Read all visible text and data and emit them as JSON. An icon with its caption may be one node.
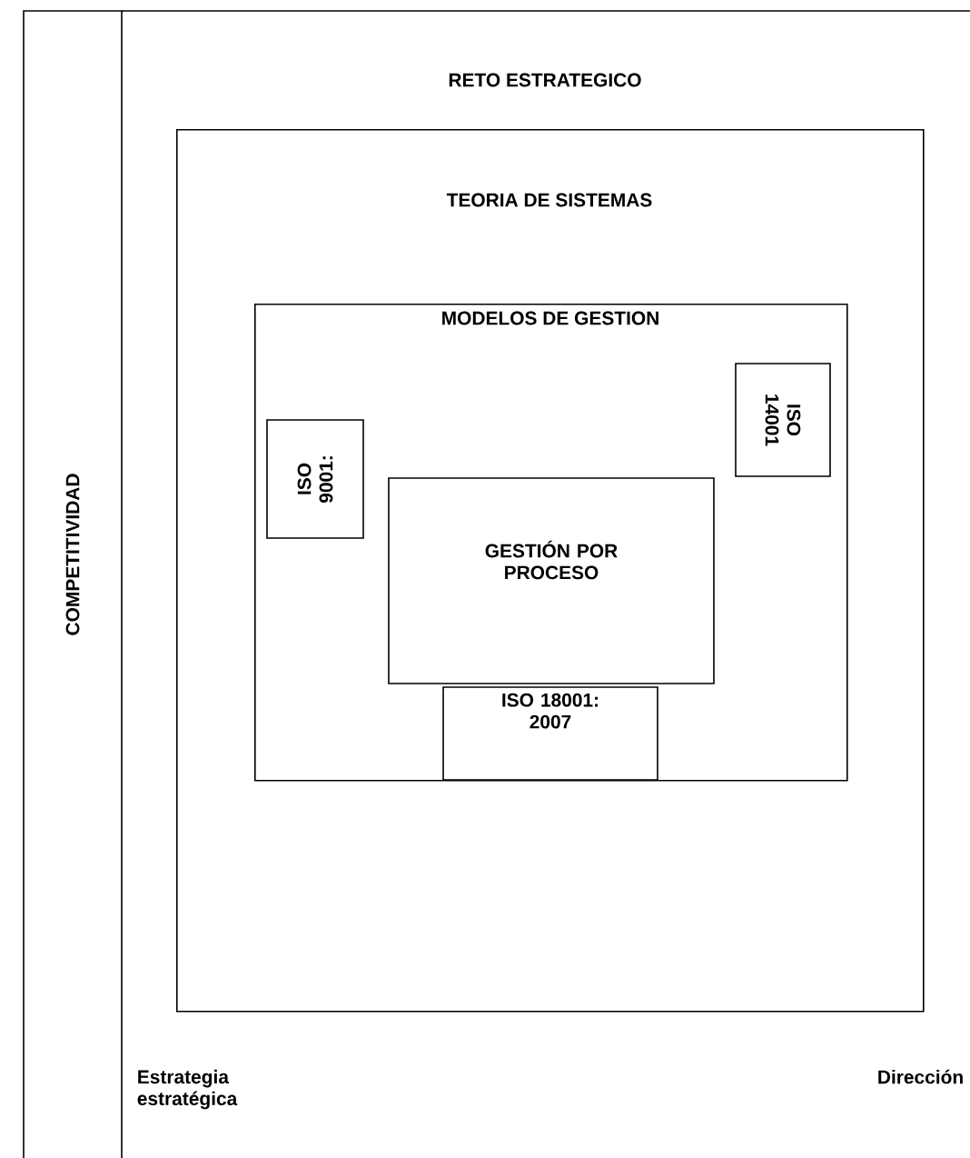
{
  "diagram": {
    "nodes": [
      {
        "text": [
          "COMPETITIVIDAD"
        ]
      },
      {
        "text": [
          "RETO ESTRATEGICO"
        ]
      },
      {
        "text": [
          "TEORIA DE SISTEMAS"
        ]
      },
      {
        "text": [
          "MODELOS DE GESTION"
        ],
        "in": 2
      },
      {
        "text": [
          "ISO 9001:"
        ],
        "in": 3
      },
      {
        "text": [
          "ISO 14001"
        ],
        "in": 3
      },
      {
        "text": [
          "GESTIÓN POR PROCESO"
        ],
        "in": 3
      },
      {
        "text": [
          "ISO 18001: 2007"
        ],
        "in": 3
      }
    ],
    "labels": [
      "Estrategia estratégica",
      "Dirección"
    ]
  }
}
